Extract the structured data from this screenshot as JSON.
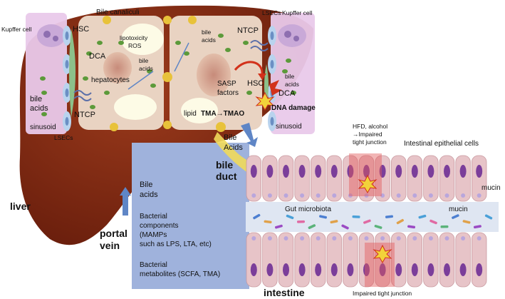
{
  "liver": {
    "label": "liver",
    "bile_canaliculi": "Bile canaliculi",
    "kupffer_cell_left": "Kupffer cell",
    "kupffer_cell_right": "Kupffer cell",
    "lsecs_top": "LSECs",
    "lsecs_bottom": "LSECs",
    "sinusoid_left": "sinusoid",
    "sinusoid_right": "sinusoid",
    "hsc_left": "HSC",
    "hsc_right": "HSC",
    "dca_left": "DCA",
    "dca_right": "DCA",
    "ntcp_left": "NTCP",
    "ntcp_right": "NTCP",
    "bile_acids_left": [
      "bile",
      "acids"
    ],
    "bile_acids_top": [
      "bile",
      "acids"
    ],
    "bile_acids_mid": [
      "bile",
      "acids"
    ],
    "bile_acids_right": [
      "bile",
      "acids"
    ],
    "hepatocytes": "hepatocytes",
    "lipotoxicity": [
      "lipotoxicity",
      "ROS"
    ],
    "sasp": [
      "SASP",
      "factors"
    ],
    "lipid": "lipid",
    "tma_tmao": "TMA→TMAO",
    "dna_damage": "DNA damage"
  },
  "bile_duct": {
    "label": [
      "bile",
      "duct"
    ],
    "bile_acids": [
      "Bile",
      "Acids"
    ]
  },
  "portal": {
    "label": [
      "portal",
      "vein"
    ],
    "box_bile_acids": [
      "Bile",
      "acids"
    ],
    "box_components": [
      "Bacterial",
      "components",
      "(MAMPs",
      "such as LPS, LTA, etc)"
    ],
    "box_metabolites": [
      "Bacterial",
      "metabolites (SCFA, TMA)"
    ]
  },
  "intestine": {
    "label": "intestine",
    "hfd": [
      "HFD, alcohol",
      "→Impaired",
      "tight junction"
    ],
    "epithelial": "Intestinal epithelial cells",
    "mucin_top": "mucin",
    "mucin_mid": "mucin",
    "microbiota": "Gut microbiota",
    "impaired": "Impaired tight junction"
  },
  "colors": {
    "liver": "#8a2f16",
    "hepatocyte": "#e9d3c2",
    "portal_box": "#9fb2dc",
    "epithelium": "#e7c4c8",
    "nucleus": "#7b3e9a",
    "lumen": "#dfe6f2",
    "sinusoid": "#e9c9ea"
  }
}
